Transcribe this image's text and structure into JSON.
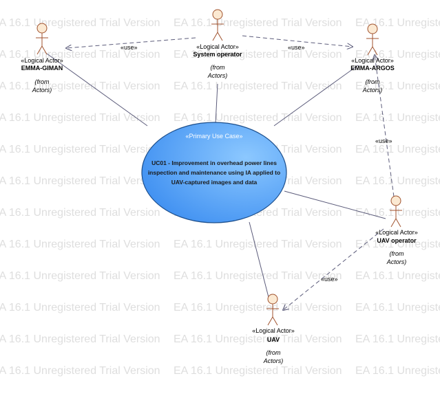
{
  "watermark": "EA 16.1 Unregistered Trial Version",
  "use_case": {
    "stereotype": "«Primary Use Case»",
    "title_lines": [
      "UC01 - Improvement in overhead power lines",
      "inspection and maintenance using IA applied to",
      "UAV-captured images and data"
    ]
  },
  "actors": {
    "emma_giman": {
      "stereotype": "«Logical Actor»",
      "name": "EMMA-GIMAN",
      "from_1": "(from",
      "from_2": "Actors)"
    },
    "system_operator": {
      "stereotype": "«Logical Actor»",
      "name": "System operator",
      "from_1": "(from",
      "from_2": "Actors)"
    },
    "emma_argos": {
      "stereotype": "«Logical Actor»",
      "name": "EMMA-ARGOS",
      "from_1": "(from",
      "from_2": "Actors)"
    },
    "uav_operator": {
      "stereotype": "«Logical Actor»",
      "name": "UAV operator",
      "from_1": "(from",
      "from_2": "Actors)"
    },
    "uav": {
      "stereotype": "«Logical Actor»",
      "name": "UAV",
      "from_1": "(from",
      "from_2": "Actors)"
    }
  },
  "dependencies": {
    "use_label": "«use»"
  },
  "colors": {
    "actor_fill": "#fbe9d2",
    "actor_stroke": "#a0522d",
    "usecase_fill_top": "#8cc8ff",
    "usecase_fill_bottom": "#1e78e6",
    "usecase_stroke": "#1d4f8c",
    "line": "#5b5b7a",
    "watermark": "#dedede"
  }
}
